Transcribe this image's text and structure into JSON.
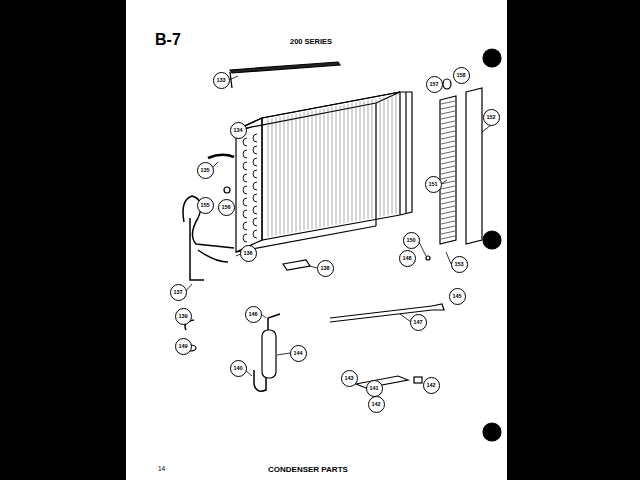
{
  "diagram": {
    "title": "B-7",
    "caption": "CONDENSER PARTS",
    "labels": [
      "200 SERIES",
      "14",
      "133",
      "134",
      "135",
      "155",
      "156",
      "136",
      "137",
      "138",
      "139",
      "149",
      "146",
      "144",
      "140",
      "157",
      "158",
      "152",
      "151",
      "150",
      "153",
      "148",
      "145",
      "147",
      "143",
      "141",
      "142",
      "142"
    ]
  }
}
